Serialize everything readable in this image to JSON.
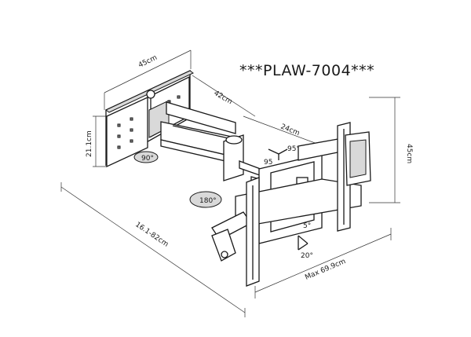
{
  "title": "***PLAW-7004***",
  "dimensions": {
    "wall_plate_width": "45cm",
    "wall_plate_height": "21.1cm",
    "arm_long": "42cm",
    "arm_short": "24cm",
    "tv_plate_height": "45cm",
    "extension": "16.1-82cm",
    "max_width": "Max 69.9cm"
  },
  "angles": {
    "wall_rotate": "90°",
    "arm_rotate": "180°",
    "swivel_left": "95",
    "swivel_right": "95°",
    "tilt_up": "5°",
    "tilt_down": "20°"
  }
}
